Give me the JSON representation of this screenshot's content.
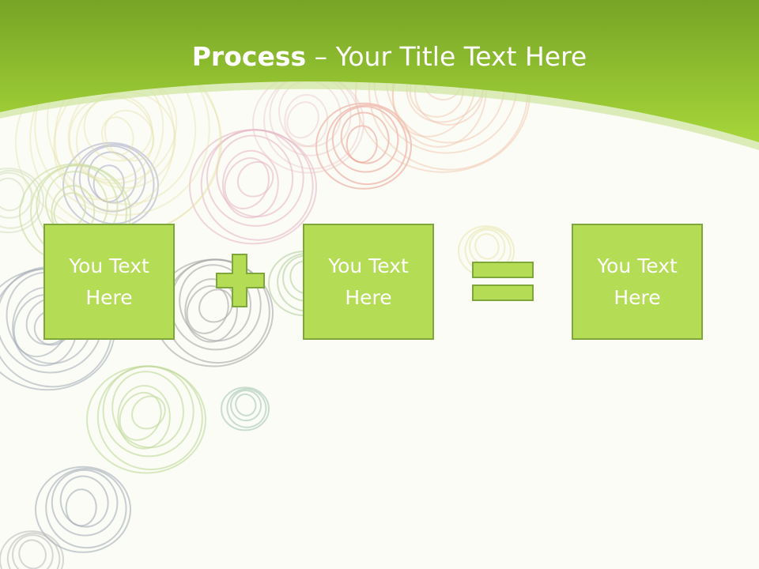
{
  "slide": {
    "title_bold": "Process",
    "title_dash": " – ",
    "title_rest": "Your Title Text Here",
    "boxes": [
      {
        "text": "You Text Here"
      },
      {
        "text": "You Text Here"
      },
      {
        "text": "You Text Here"
      }
    ],
    "operators": [
      "plus-icon",
      "equals-icon"
    ]
  },
  "colors": {
    "header_dark": "#77a425",
    "header_light": "#a6d63a",
    "box_fill": "#b5dc55",
    "box_border": "#7ea63a",
    "background": "#fbfcf6"
  }
}
